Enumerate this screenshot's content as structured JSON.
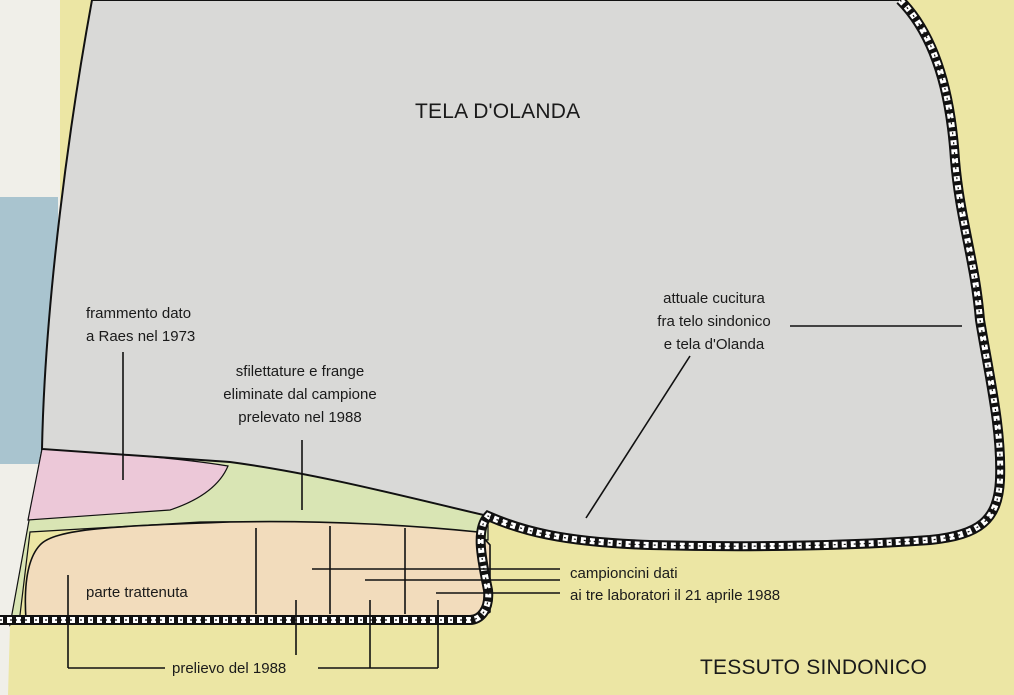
{
  "regions": {
    "holland_cloth": "TELA D'OLANDA",
    "shroud_fabric": "TESSUTO SINDONICO"
  },
  "labels": {
    "raes_fragment": [
      "frammento dato",
      "a Raes nel 1973"
    ],
    "fringes": [
      "sfilettature e frange",
      "eliminate dal campione",
      "prelevato nel 1988"
    ],
    "seam": [
      "attuale cucitura",
      "fra telo sindonico",
      "e tela d'Olanda"
    ],
    "retained": "parte trattenuta",
    "samples": [
      "campioncini dati",
      "ai tre laboratori il 21 aprile 1988"
    ],
    "sampling": "prelievo del 1988"
  },
  "colors": {
    "background_shroud": "#ece6a4",
    "holland_cloth": "#d9d9d7",
    "raes_fragment": "#ecc8d8",
    "fringe_strip": "#d9e5b4",
    "retained_part": "#f2dcbc",
    "side_band": "#a9c4cf",
    "outline": "#111111"
  }
}
